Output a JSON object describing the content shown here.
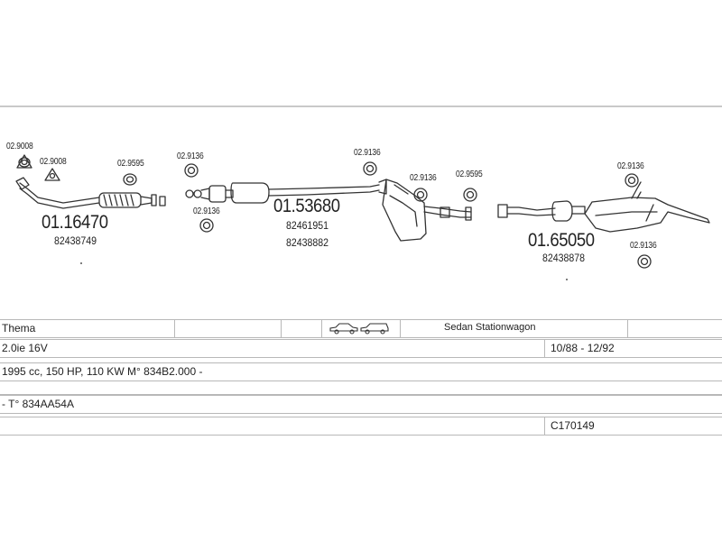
{
  "diagram": {
    "left_section": {
      "ref_a": "02.9008",
      "ref_b": "02.9008",
      "ref_c": "02.9595",
      "part_number": "01.16470",
      "oem_number": "82438749"
    },
    "middle_section": {
      "ref_a": "02.9136",
      "ref_b": "02.9136",
      "part_number": "01.53680",
      "oem_number_1": "82461951",
      "oem_number_2": "82438882"
    },
    "center_section": {
      "ref_a": "02.9136",
      "ref_b": "02.9136",
      "ref_c": "02.9595"
    },
    "rear_section": {
      "ref_a": "02.9136",
      "ref_b": "02.9136",
      "part_number": "01.65050",
      "oem_number": "82438878"
    }
  },
  "table": {
    "model": "Thema",
    "body_types": "Sedan  Stationwagon",
    "engine": "2.0ie 16V",
    "production": "10/88 - 12/92",
    "specs": "1995 cc, 150 HP, 110 KW M° 834B2.000 -",
    "type_code": "- T° 834AA54A",
    "catalog_code": "C170149"
  },
  "icons": [
    "sedan-car-icon",
    "stationwagon-car-icon"
  ]
}
